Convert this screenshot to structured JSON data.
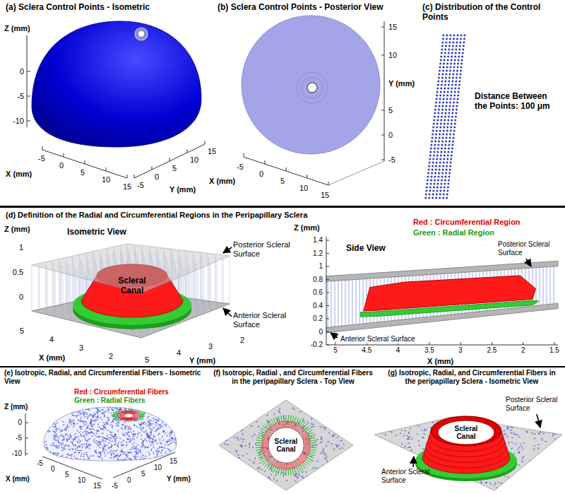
{
  "diagram": {
    "labels": [
      "(a) Sclera Control Points - Isometric",
      "Z (mm)",
      "0",
      "-5",
      "-10",
      "X (mm)",
      "-5",
      "0",
      "5",
      "10",
      "15",
      "Y (mm)",
      "-5",
      "0",
      "5",
      "10",
      "15",
      "(b) Sclera Control Points - Posterior View",
      "15",
      "10",
      "Y (mm)",
      "5",
      "0",
      "-5",
      "X (mm)",
      "-5",
      "0",
      "5",
      "10",
      "15",
      "(c) Distribution of the Control Points",
      "Distance Between the Points: 100 μm",
      "(d) Definition of the Radial and Circumferential Regions in the Peripapillary Sclera",
      "Isometric View",
      "Z (mm)",
      "1",
      "0.5",
      "0",
      "Scleral Canal",
      "Posterior Scleral Surface",
      "Anterior Scleral Surface",
      "X (mm)",
      "5",
      "4",
      "3",
      "2",
      "Y (mm)",
      "5",
      "4",
      "3",
      "2",
      "Red : Circumferential Region",
      "Green : Radial Region",
      "Side View",
      "Z (mm)",
      "1.4",
      "1.2",
      "1",
      "0.8",
      "0.6",
      "0.4",
      "0.2",
      "0",
      "-0.2",
      "Posterior Scleral Surface",
      "Anterior Scleral Surface",
      "X (mm)",
      "5",
      "4.5",
      "4",
      "3.5",
      "3",
      "2.5",
      "2",
      "1.5",
      "(e) Isotropic, Radial, and Circumferential Fibers - Isometric View",
      "Red : Circumferential Fibers",
      "Green : Radial Fibers",
      "Z (mm)",
      "0",
      "-5",
      "-10",
      "X (mm)",
      "-5",
      "0",
      "5",
      "10",
      "15",
      "Y (mm)",
      "-5",
      "0",
      "5",
      "10",
      "15",
      "(f) Isotropic, Radial , and Circumferential Fibers in the peripapillary Sclera - Top View",
      "Scleral Canal",
      "(g) Isotropic, Radial, and Circumferential Fibers in the peripapillary Sclera - Isometric View",
      "Scleral Canal",
      "Posterior Scleral Surface",
      "Anterior Scleral Surface"
    ]
  }
}
